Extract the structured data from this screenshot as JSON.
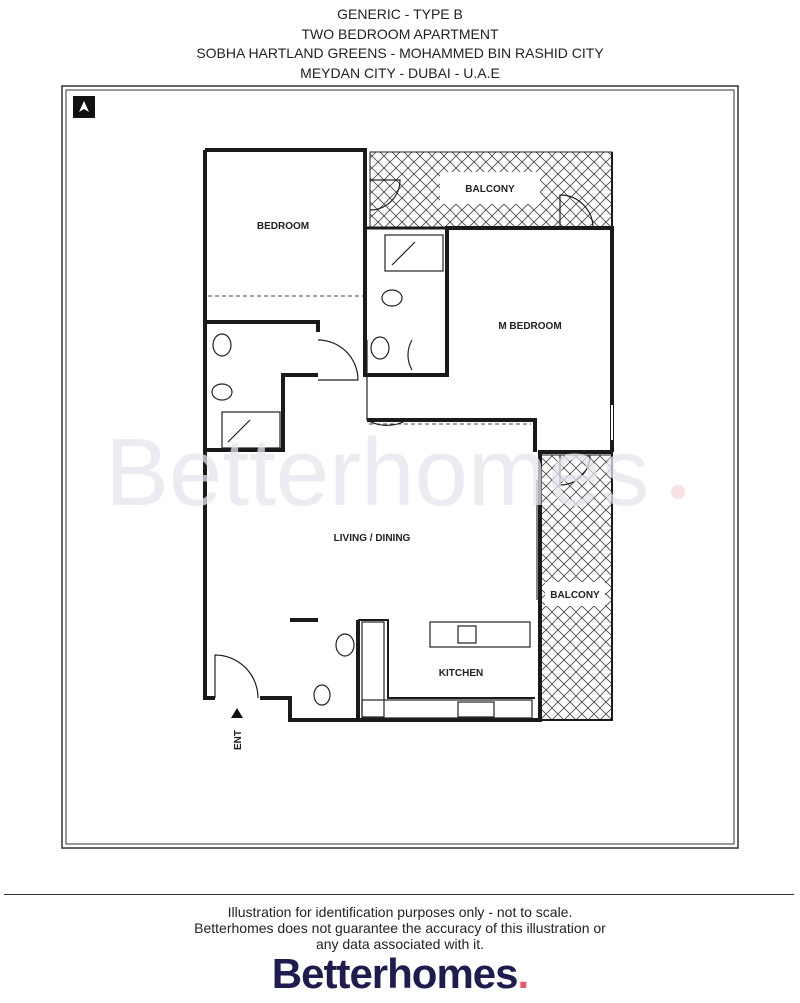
{
  "header": {
    "lines": [
      "GENERIC - TYPE B",
      "TWO BEDROOM APARTMENT",
      "SOBHA HARTLAND GREENS - MOHAMMED BIN RASHID CITY",
      "MEYDAN CITY - DUBAI - U.A.E"
    ]
  },
  "plan": {
    "rooms": {
      "bedroom": "BEDROOM",
      "balcony_top": "BALCONY",
      "m_bedroom": "M BEDROOM",
      "living_dining": "LIVING / DINING",
      "balcony_right": "BALCONY",
      "kitchen": "KITCHEN",
      "entrance": "ENT"
    },
    "watermark": "Betterhomes",
    "north_icon": "north-arrow-icon",
    "colors": {
      "wall": "#222222",
      "watermark": "#eceef3",
      "brand": "#1f1d4f",
      "brand_dot": "#e85a71"
    }
  },
  "footer": {
    "disclaimer": [
      "Illustration for identification purposes only - not to scale.",
      "Betterhomes does not guarantee the accuracy of this illustration or",
      "any data associated with it."
    ],
    "brand": "Betterhomes",
    "brand_dot": "."
  }
}
